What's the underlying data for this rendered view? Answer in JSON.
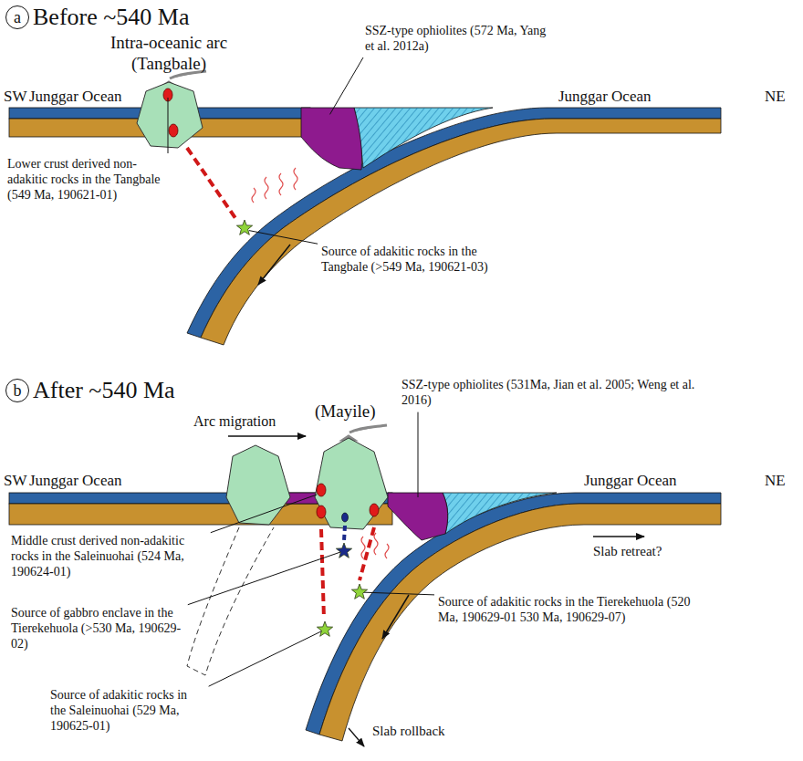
{
  "diagram": {
    "nodes": [
      {
        "text": [
          "a",
          "Before ~540 Ma"
        ]
      },
      {
        "text": [
          "b",
          "After ~540 Ma"
        ]
      }
    ],
    "labels": [
      "SW",
      "Junggar Ocean",
      "Intra-oceanic arc (Tangbale)",
      "SSZ-type ophiolites (572 Ma, Yang et al. 2012a)",
      "Junggar Ocean",
      "NE",
      "Lower crust derived non-adakitic rocks in the Tangbale (549 Ma, 190621-01)",
      "Source of adakitic rocks in the Tangbale (>549 Ma, 190621-03)",
      "(Mayile)",
      "SSZ-type ophiolites (531Ma, Jian et al. 2005; Weng et al. 2016)",
      "Arc migration",
      "SW",
      "Junggar Ocean",
      "Junggar Ocean",
      "NE",
      "Middle crust derived non-adakitic rocks in the Saleinuohai (524 Ma, 190624-01)",
      "Slab retreat?",
      "Source of gabbro enclave in the Tierekehuola (>530 Ma, 190629-02)",
      "Source of adakitic rocks in the Tierekehuola (520 Ma, 190629-01 530 Ma, 190629-07)",
      "Source of adakitic rocks in the Saleinuohai (529 Ma, 190625-01)",
      "Slab rollback"
    ]
  }
}
